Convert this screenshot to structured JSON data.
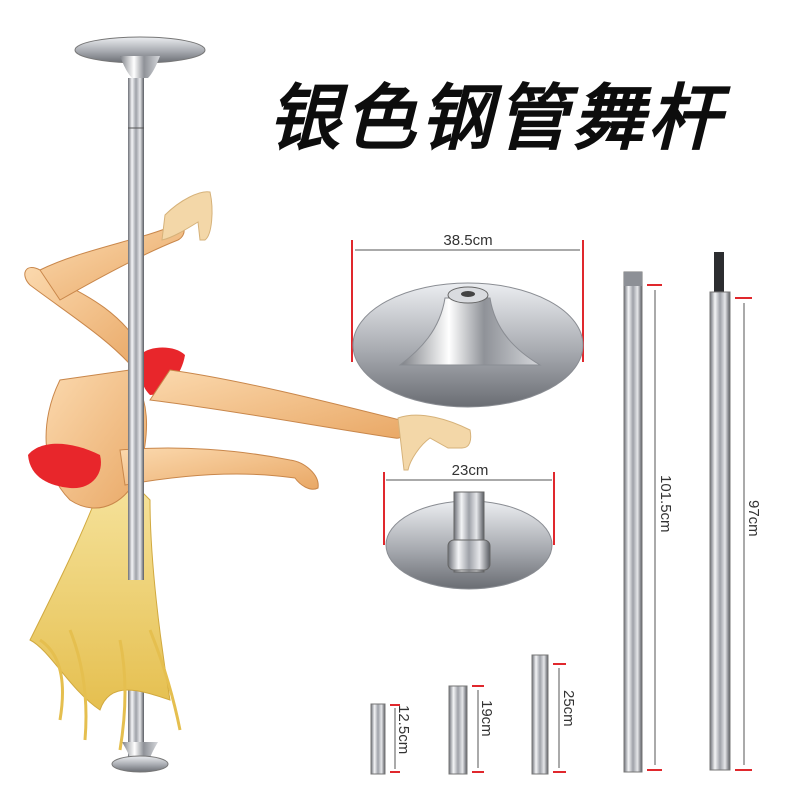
{
  "title": "银色钢管舞杆",
  "dimensions": {
    "large_base": "38.5cm",
    "small_base": "23cm",
    "long_tube": "101.5cm",
    "upper_tube": "97cm",
    "ext_short": "12.5cm",
    "ext_mid": "19cm",
    "ext_long": "25cm"
  },
  "colors": {
    "accent": "#e0282d",
    "steel": "#b9bcc2",
    "skin": "#f5c896",
    "bikini": "#e8262b",
    "hair": "#f2d77b"
  }
}
